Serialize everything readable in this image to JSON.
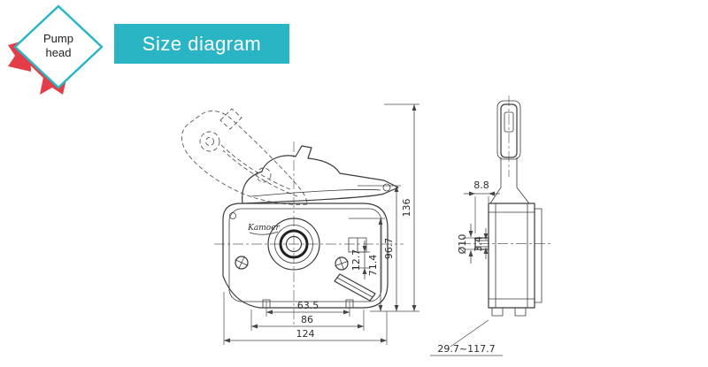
{
  "badge": {
    "line1": "Pump",
    "line2": "head"
  },
  "banner": {
    "title": "Size diagram"
  },
  "colors": {
    "teal": "#2ab5c5",
    "red": "#e33e48",
    "ink": "#3a3a3a"
  },
  "front_view": {
    "logo": "Kamoer",
    "dims": {
      "overall_height": "136",
      "upper_height": "96.7",
      "mid_height": "71.4",
      "port_offset": "12.7",
      "hole_spacing": "63.5",
      "mount_width": "86",
      "overall_width": "124"
    }
  },
  "side_view": {
    "dims": {
      "shaft_length": "8.8",
      "shaft_diameter": "Ø10",
      "shaft_flat": "3.4",
      "mount_range": "29.7~117.7"
    }
  }
}
